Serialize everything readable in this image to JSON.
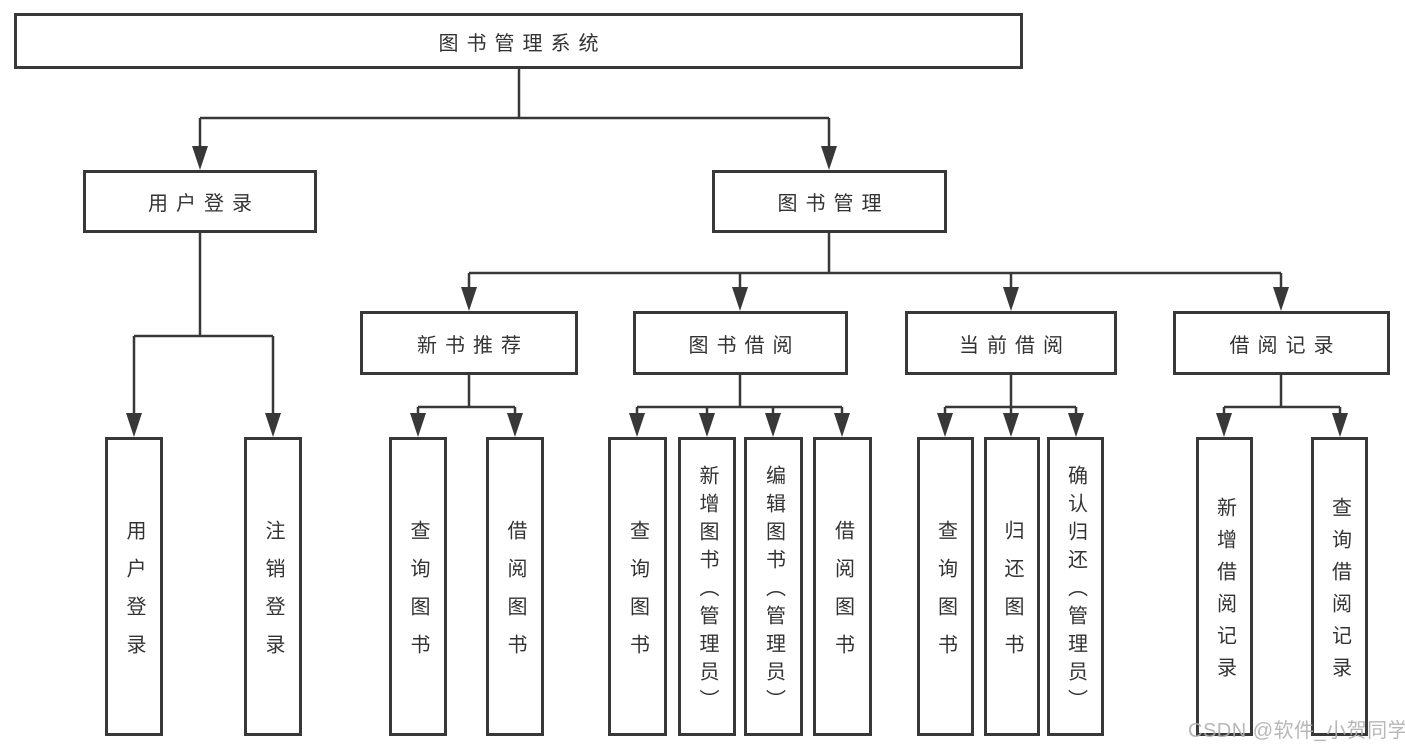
{
  "diagram": {
    "root": {
      "label": "图书管理系统"
    },
    "children": [
      {
        "label": "用户登录",
        "children": [
          {
            "label": "用户登录"
          },
          {
            "label": "注销登录"
          }
        ]
      },
      {
        "label": "图书管理",
        "children": [
          {
            "label": "新书推荐",
            "children": [
              {
                "label": "查询图书"
              },
              {
                "label": "借阅图书"
              }
            ]
          },
          {
            "label": "图书借阅",
            "children": [
              {
                "label": "查询图书"
              },
              {
                "label": "新增图书（管理员）"
              },
              {
                "label": "编辑图书（管理员）"
              },
              {
                "label": "借阅图书"
              }
            ]
          },
          {
            "label": "当前借阅",
            "children": [
              {
                "label": "查询图书"
              },
              {
                "label": "归还图书"
              },
              {
                "label": "确认归还（管理员）"
              }
            ]
          },
          {
            "label": "借阅记录",
            "children": [
              {
                "label": "新增借阅记录"
              },
              {
                "label": "查询借阅记录"
              }
            ]
          }
        ]
      }
    ]
  },
  "watermark": {
    "text": "CSDN @软件_小贺同学"
  },
  "colors": {
    "line": "#383838",
    "text": "#333333",
    "watermark": "#b0b0b0",
    "background": "#ffffff"
  }
}
